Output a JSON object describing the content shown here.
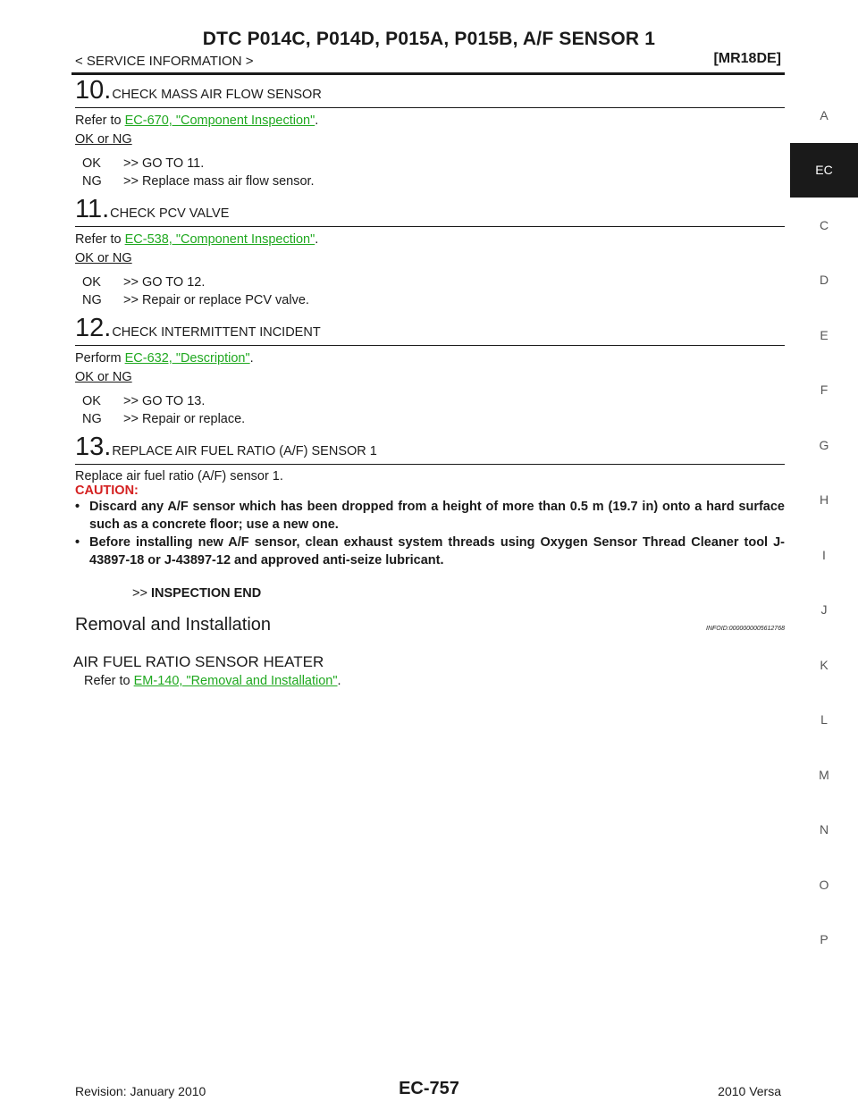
{
  "header": {
    "title": "DTC P014C, P014D, P015A, P015B, A/F SENSOR 1",
    "subtitle": "< SERVICE INFORMATION >",
    "model": "[MR18DE]"
  },
  "side_tabs": [
    "A",
    "EC",
    "C",
    "D",
    "E",
    "F",
    "G",
    "H",
    "I",
    "J",
    "K",
    "L",
    "M",
    "N",
    "O",
    "P"
  ],
  "steps": {
    "s10": {
      "num": "10.",
      "title": "CHECK MASS AIR FLOW SENSOR",
      "ref_prefix": "Refer to ",
      "ref_link": "EC-670, \"Component Inspection\"",
      "ref_suffix": ".",
      "okng": "OK or NG",
      "ok_key": "OK",
      "ok_val": ">> GO TO 11.",
      "ng_key": "NG",
      "ng_val": ">> Replace mass air flow sensor."
    },
    "s11": {
      "num": "11.",
      "title": "CHECK PCV VALVE",
      "ref_prefix": "Refer to ",
      "ref_link": "EC-538, \"Component Inspection\"",
      "ref_suffix": ".",
      "okng": "OK or NG",
      "ok_key": "OK",
      "ok_val": ">> GO TO 12.",
      "ng_key": "NG",
      "ng_val": ">> Repair or replace PCV valve."
    },
    "s12": {
      "num": "12.",
      "title": "CHECK INTERMITTENT INCIDENT",
      "ref_prefix": "Perform ",
      "ref_link": "EC-632, \"Description\"",
      "ref_suffix": ".",
      "okng": "OK or NG",
      "ok_key": "OK",
      "ok_val": ">> GO TO 13.",
      "ng_key": "NG",
      "ng_val": ">> Repair or replace."
    },
    "s13": {
      "num": "13.",
      "title": "REPLACE AIR FUEL RATIO (A/F) SENSOR 1",
      "body": "Replace air fuel ratio (A/F) sensor 1.",
      "caution": "CAUTION:",
      "bullet_mark": "•",
      "bullet1": "Discard any A/F sensor which has been dropped from a height of more than 0.5 m (19.7 in) onto a hard surface such as a concrete floor; use a new one.",
      "bullet2": "Before installing new A/F sensor, clean exhaust system threads using Oxygen Sensor Thread Cleaner tool J-43897-18 or J-43897-12 and approved anti-seize lubricant.",
      "end_prefix": ">> ",
      "end_label": "INSPECTION END"
    }
  },
  "section": {
    "title": "Removal and Installation",
    "infoid": "INFOID:0000000005612768",
    "subtitle": "AIR FUEL RATIO SENSOR HEATER",
    "ref_prefix": "Refer to ",
    "ref_link": "EM-140, \"Removal and Installation\"",
    "ref_suffix": "."
  },
  "footer": {
    "revision": "Revision: January 2010",
    "page": "EC-757",
    "vehicle": "2010 Versa"
  }
}
